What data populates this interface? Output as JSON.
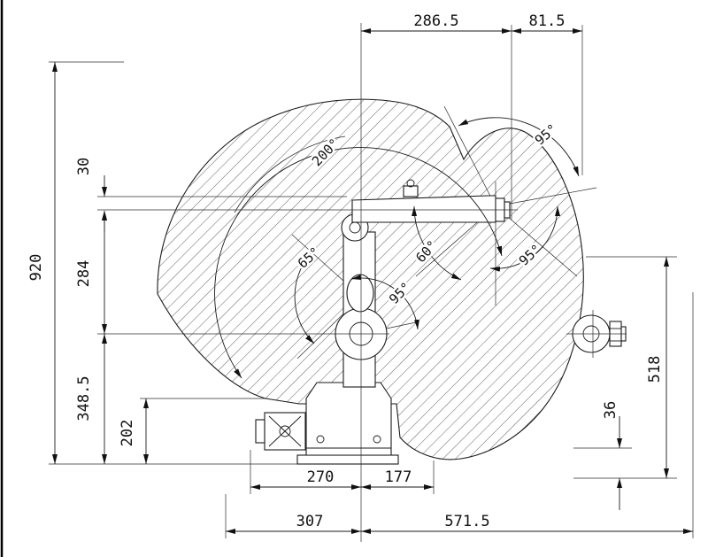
{
  "dims": {
    "top_286_5": "286.5",
    "top_81_5": "81.5",
    "left_920": "920",
    "left_30": "30",
    "left_284": "284",
    "left_348_5": "348.5",
    "left_202": "202",
    "bottom_270": "270",
    "bottom_177": "177",
    "bottom_307": "307",
    "bottom_571_5": "571.5",
    "right_518": "518",
    "right_36": "36"
  },
  "angles": {
    "a200": "200°",
    "a95_top": "95°",
    "a65": "65°",
    "a60": "60°",
    "a95_right": "95°",
    "a95_center": "95°"
  },
  "colors": {
    "drawing_line": "#1a1a1a",
    "hatch_line": "#3a3a3a",
    "background": "#ffffff"
  }
}
